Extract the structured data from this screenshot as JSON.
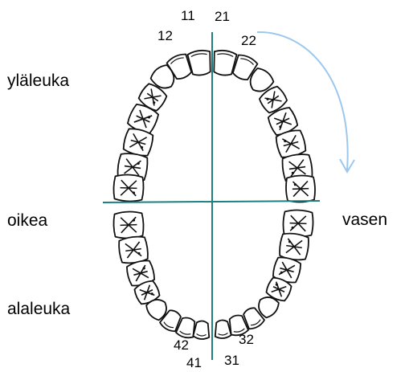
{
  "labels": {
    "upper_jaw": "yläleuka",
    "lower_jaw": "alaleuka",
    "right_side": "oikea",
    "left_side": "vasen"
  },
  "tooth_numbers": {
    "n11": "11",
    "n21": "21",
    "n12": "12",
    "n22": "22",
    "n42": "42",
    "n32": "32",
    "n41": "41",
    "n31": "31"
  },
  "colors": {
    "divider_lines": "#1f7f7f",
    "arrow": "#9cc8ee",
    "tooth_outline": "#111111"
  },
  "icons": {
    "direction_arrow": "curved-arrow-icon"
  }
}
